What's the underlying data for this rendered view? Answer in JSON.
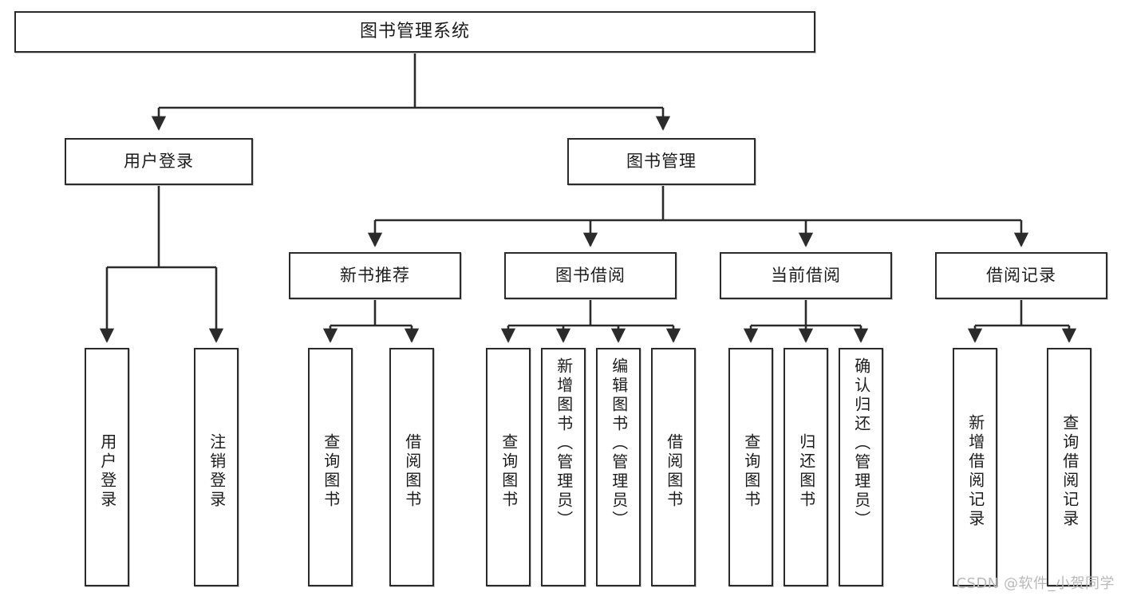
{
  "diagram": {
    "title": "图书管理系统",
    "type": "tree-structure-chart",
    "colors": {
      "stroke": "#2b2b2b",
      "fill": "#ffffff",
      "text": "#1c1c1c",
      "watermark": "#b9b9b9"
    }
  },
  "nodes": {
    "root": {
      "label": "图书管理系统"
    },
    "level2": [
      {
        "id": "user-login",
        "label": "用户登录"
      },
      {
        "id": "book-manage",
        "label": "图书管理"
      }
    ],
    "level3": [
      {
        "id": "new-book-recommend",
        "label": "新书推荐"
      },
      {
        "id": "book-borrow",
        "label": "图书借阅"
      },
      {
        "id": "current-borrow",
        "label": "当前借阅"
      },
      {
        "id": "borrow-record",
        "label": "借阅记录"
      }
    ],
    "leaves": {
      "user_login": [
        {
          "id": "leaf-user-login",
          "label": "用户登录"
        },
        {
          "id": "leaf-logout-login",
          "label": "注销登录"
        }
      ],
      "new_book_recommend": [
        {
          "id": "leaf-query-book-1",
          "label": "查询图书"
        },
        {
          "id": "leaf-borrow-book-1",
          "label": "借阅图书"
        }
      ],
      "book_borrow": [
        {
          "id": "leaf-query-book-2",
          "label": "查询图书"
        },
        {
          "id": "leaf-add-book",
          "label": "新增图书（管理员）"
        },
        {
          "id": "leaf-edit-book",
          "label": "编辑图书（管理员）"
        },
        {
          "id": "leaf-borrow-book-2",
          "label": "借阅图书"
        }
      ],
      "current_borrow": [
        {
          "id": "leaf-query-book-3",
          "label": "查询图书"
        },
        {
          "id": "leaf-return-book",
          "label": "归还图书"
        },
        {
          "id": "leaf-confirm-return",
          "label": "确认归还（管理员）"
        }
      ],
      "borrow_record": [
        {
          "id": "leaf-add-record",
          "label": "新增借阅记录"
        },
        {
          "id": "leaf-query-record",
          "label": "查询借阅记录"
        }
      ]
    }
  },
  "watermark": {
    "text": "CSDN @软件_小贺同学"
  }
}
